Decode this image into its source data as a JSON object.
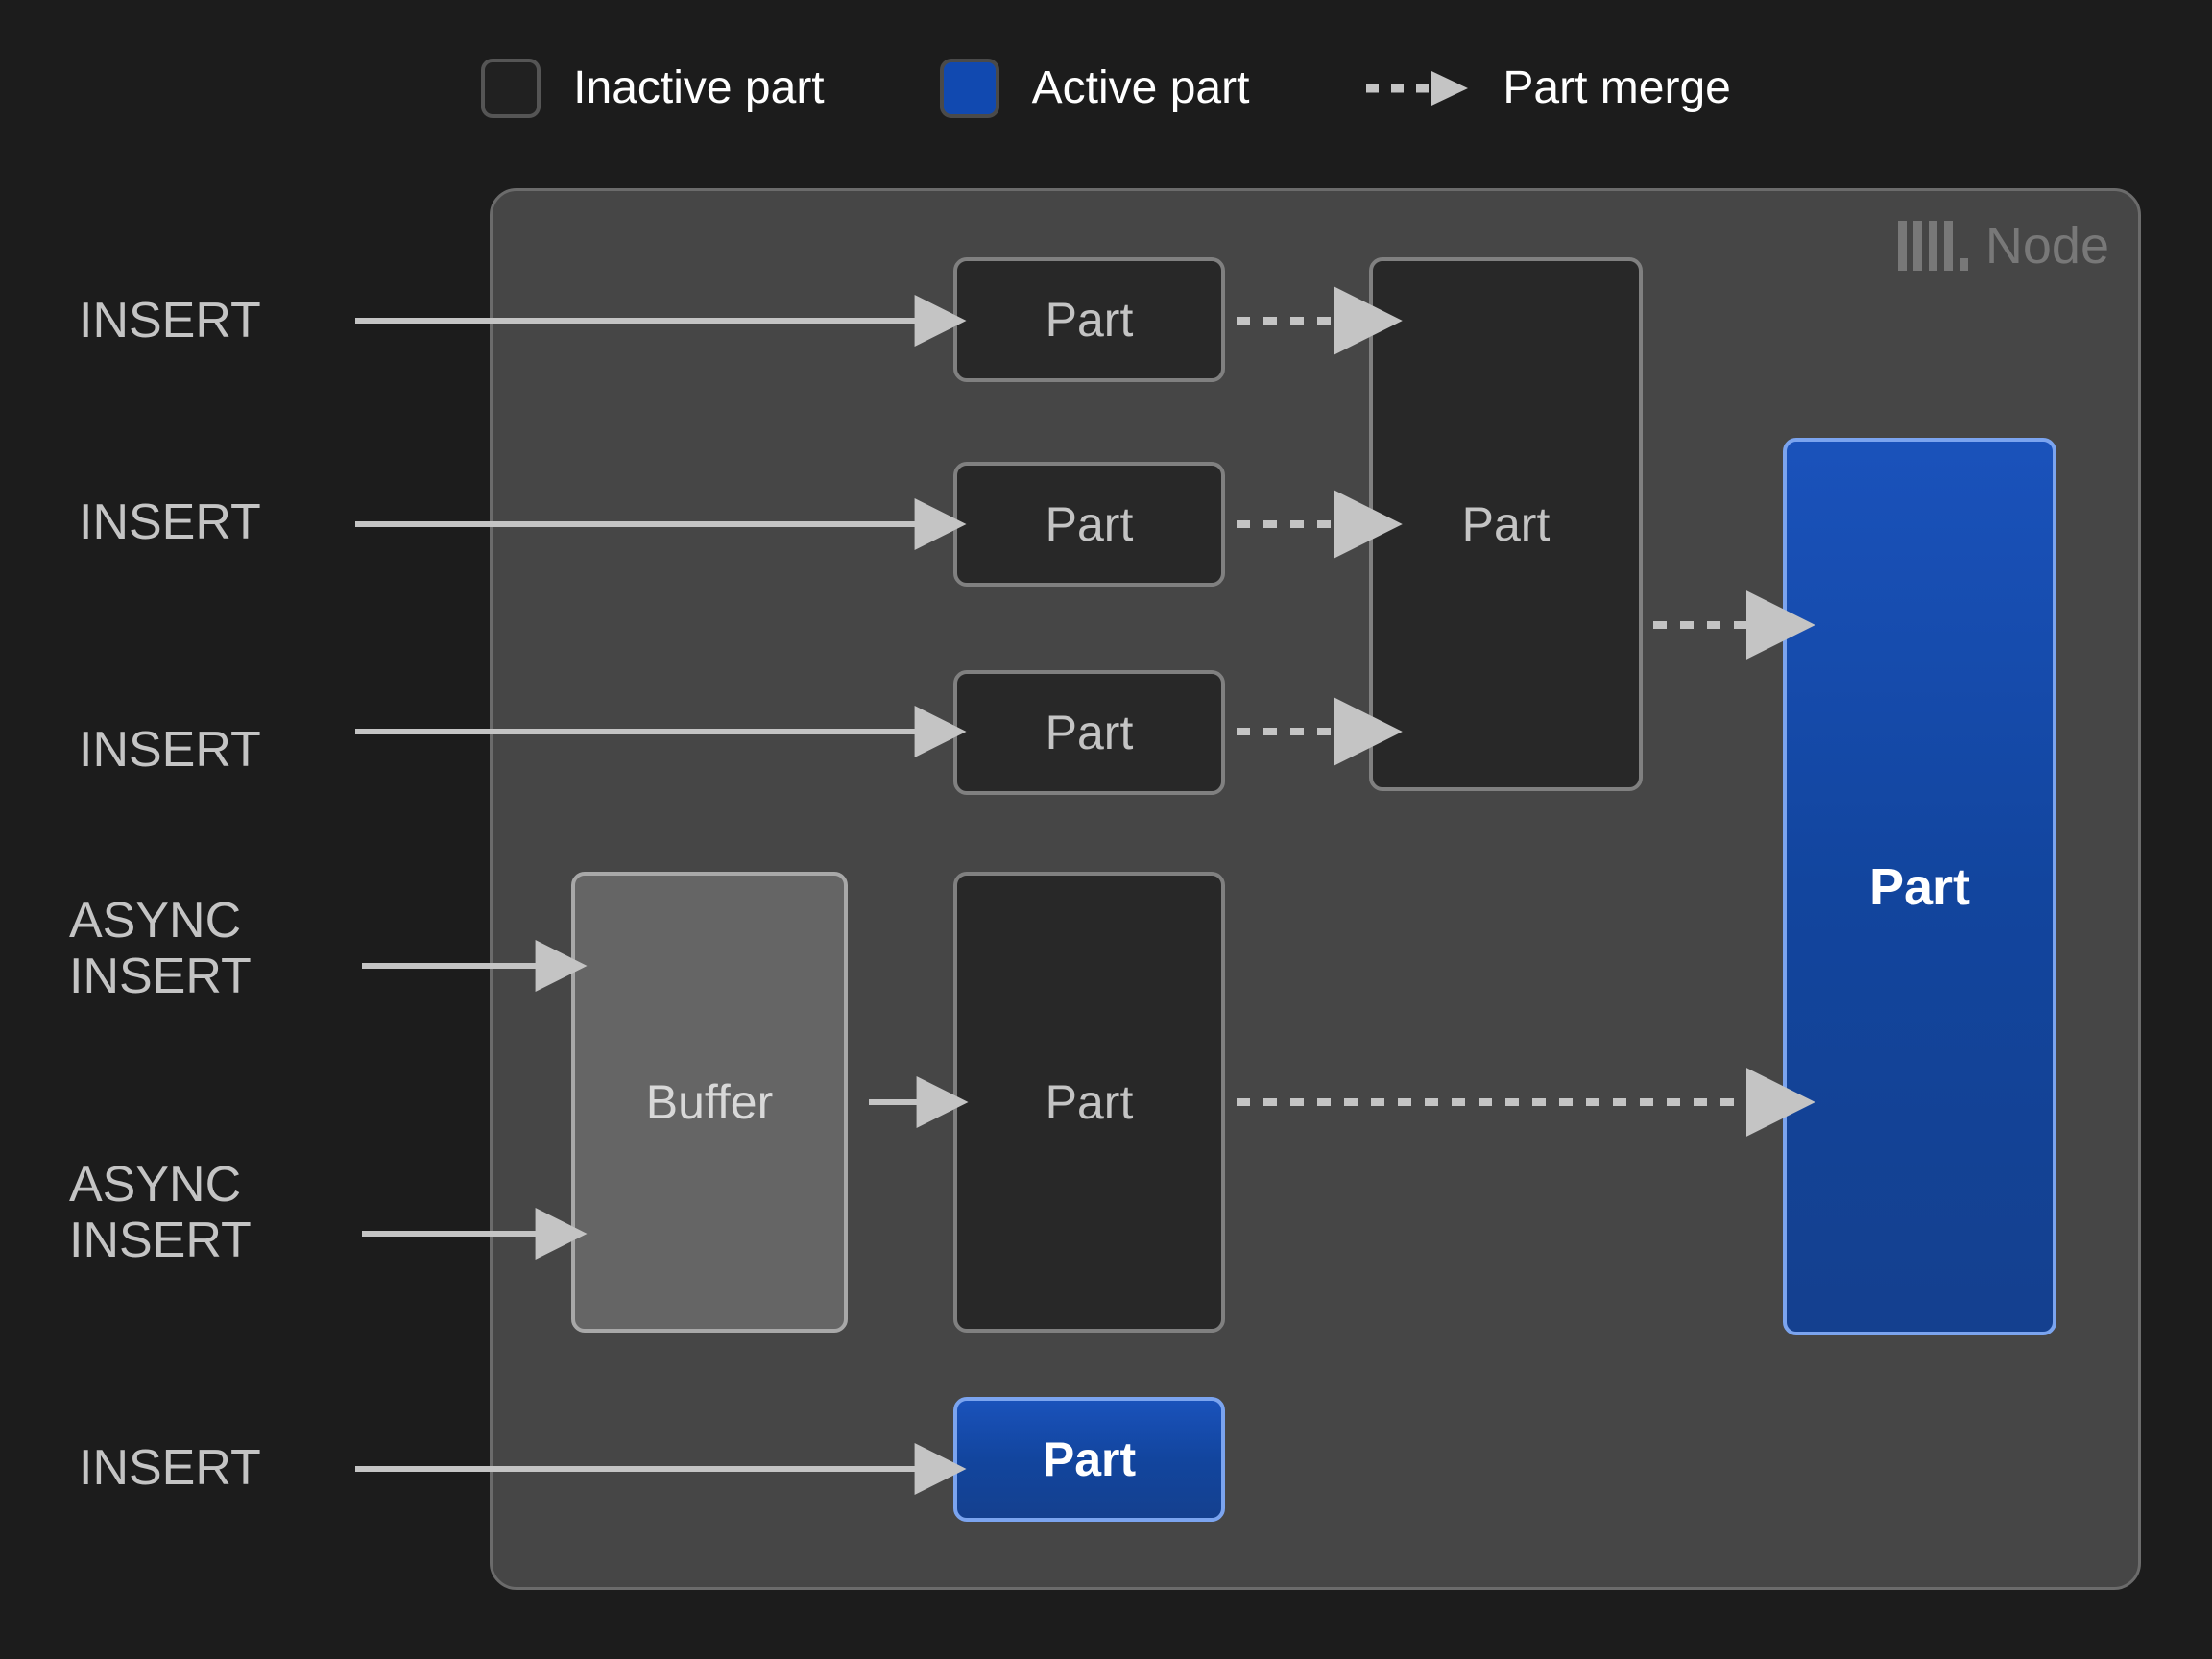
{
  "legend": {
    "items": [
      {
        "id": "inactive-part",
        "label": "Inactive part",
        "swatch": "inactive",
        "color": "#212121"
      },
      {
        "id": "active-part",
        "label": "Active part",
        "swatch": "active",
        "color": "#1149b0"
      },
      {
        "id": "part-merge",
        "label": "Part merge",
        "swatch": "dashed-arrow",
        "color": "#c4c4c4"
      }
    ]
  },
  "node": {
    "label": "Node",
    "logo_icon": "clickhouse-logo-icon",
    "background": "#464646",
    "border": "#6b6b6b"
  },
  "sources": [
    {
      "id": "insert-1",
      "text": "INSERT"
    },
    {
      "id": "insert-2",
      "text": "INSERT"
    },
    {
      "id": "insert-3",
      "text": "INSERT"
    },
    {
      "id": "async-insert-1",
      "text": "ASYNC\nINSERT"
    },
    {
      "id": "async-insert-2",
      "text": "ASYNC\nINSERT"
    },
    {
      "id": "insert-4",
      "text": "INSERT"
    }
  ],
  "boxes": {
    "part_1": {
      "label": "Part",
      "state": "inactive"
    },
    "part_2": {
      "label": "Part",
      "state": "inactive"
    },
    "part_3": {
      "label": "Part",
      "state": "inactive"
    },
    "merged_part": {
      "label": "Part",
      "state": "inactive"
    },
    "buffer": {
      "label": "Buffer",
      "state": "buffer"
    },
    "buffered_part": {
      "label": "Part",
      "state": "inactive"
    },
    "final_part": {
      "label": "Part",
      "state": "active"
    },
    "direct_part": {
      "label": "Part",
      "state": "active"
    }
  },
  "colors": {
    "page_background": "#1c1c1c",
    "active_fill": "#1149b0",
    "active_border": "#7ba4ef",
    "inactive_fill": "#282828",
    "inactive_border": "#808080",
    "buffer_fill": "#656565",
    "arrow": "#c4c4c4",
    "text": "#c4c4c4"
  }
}
